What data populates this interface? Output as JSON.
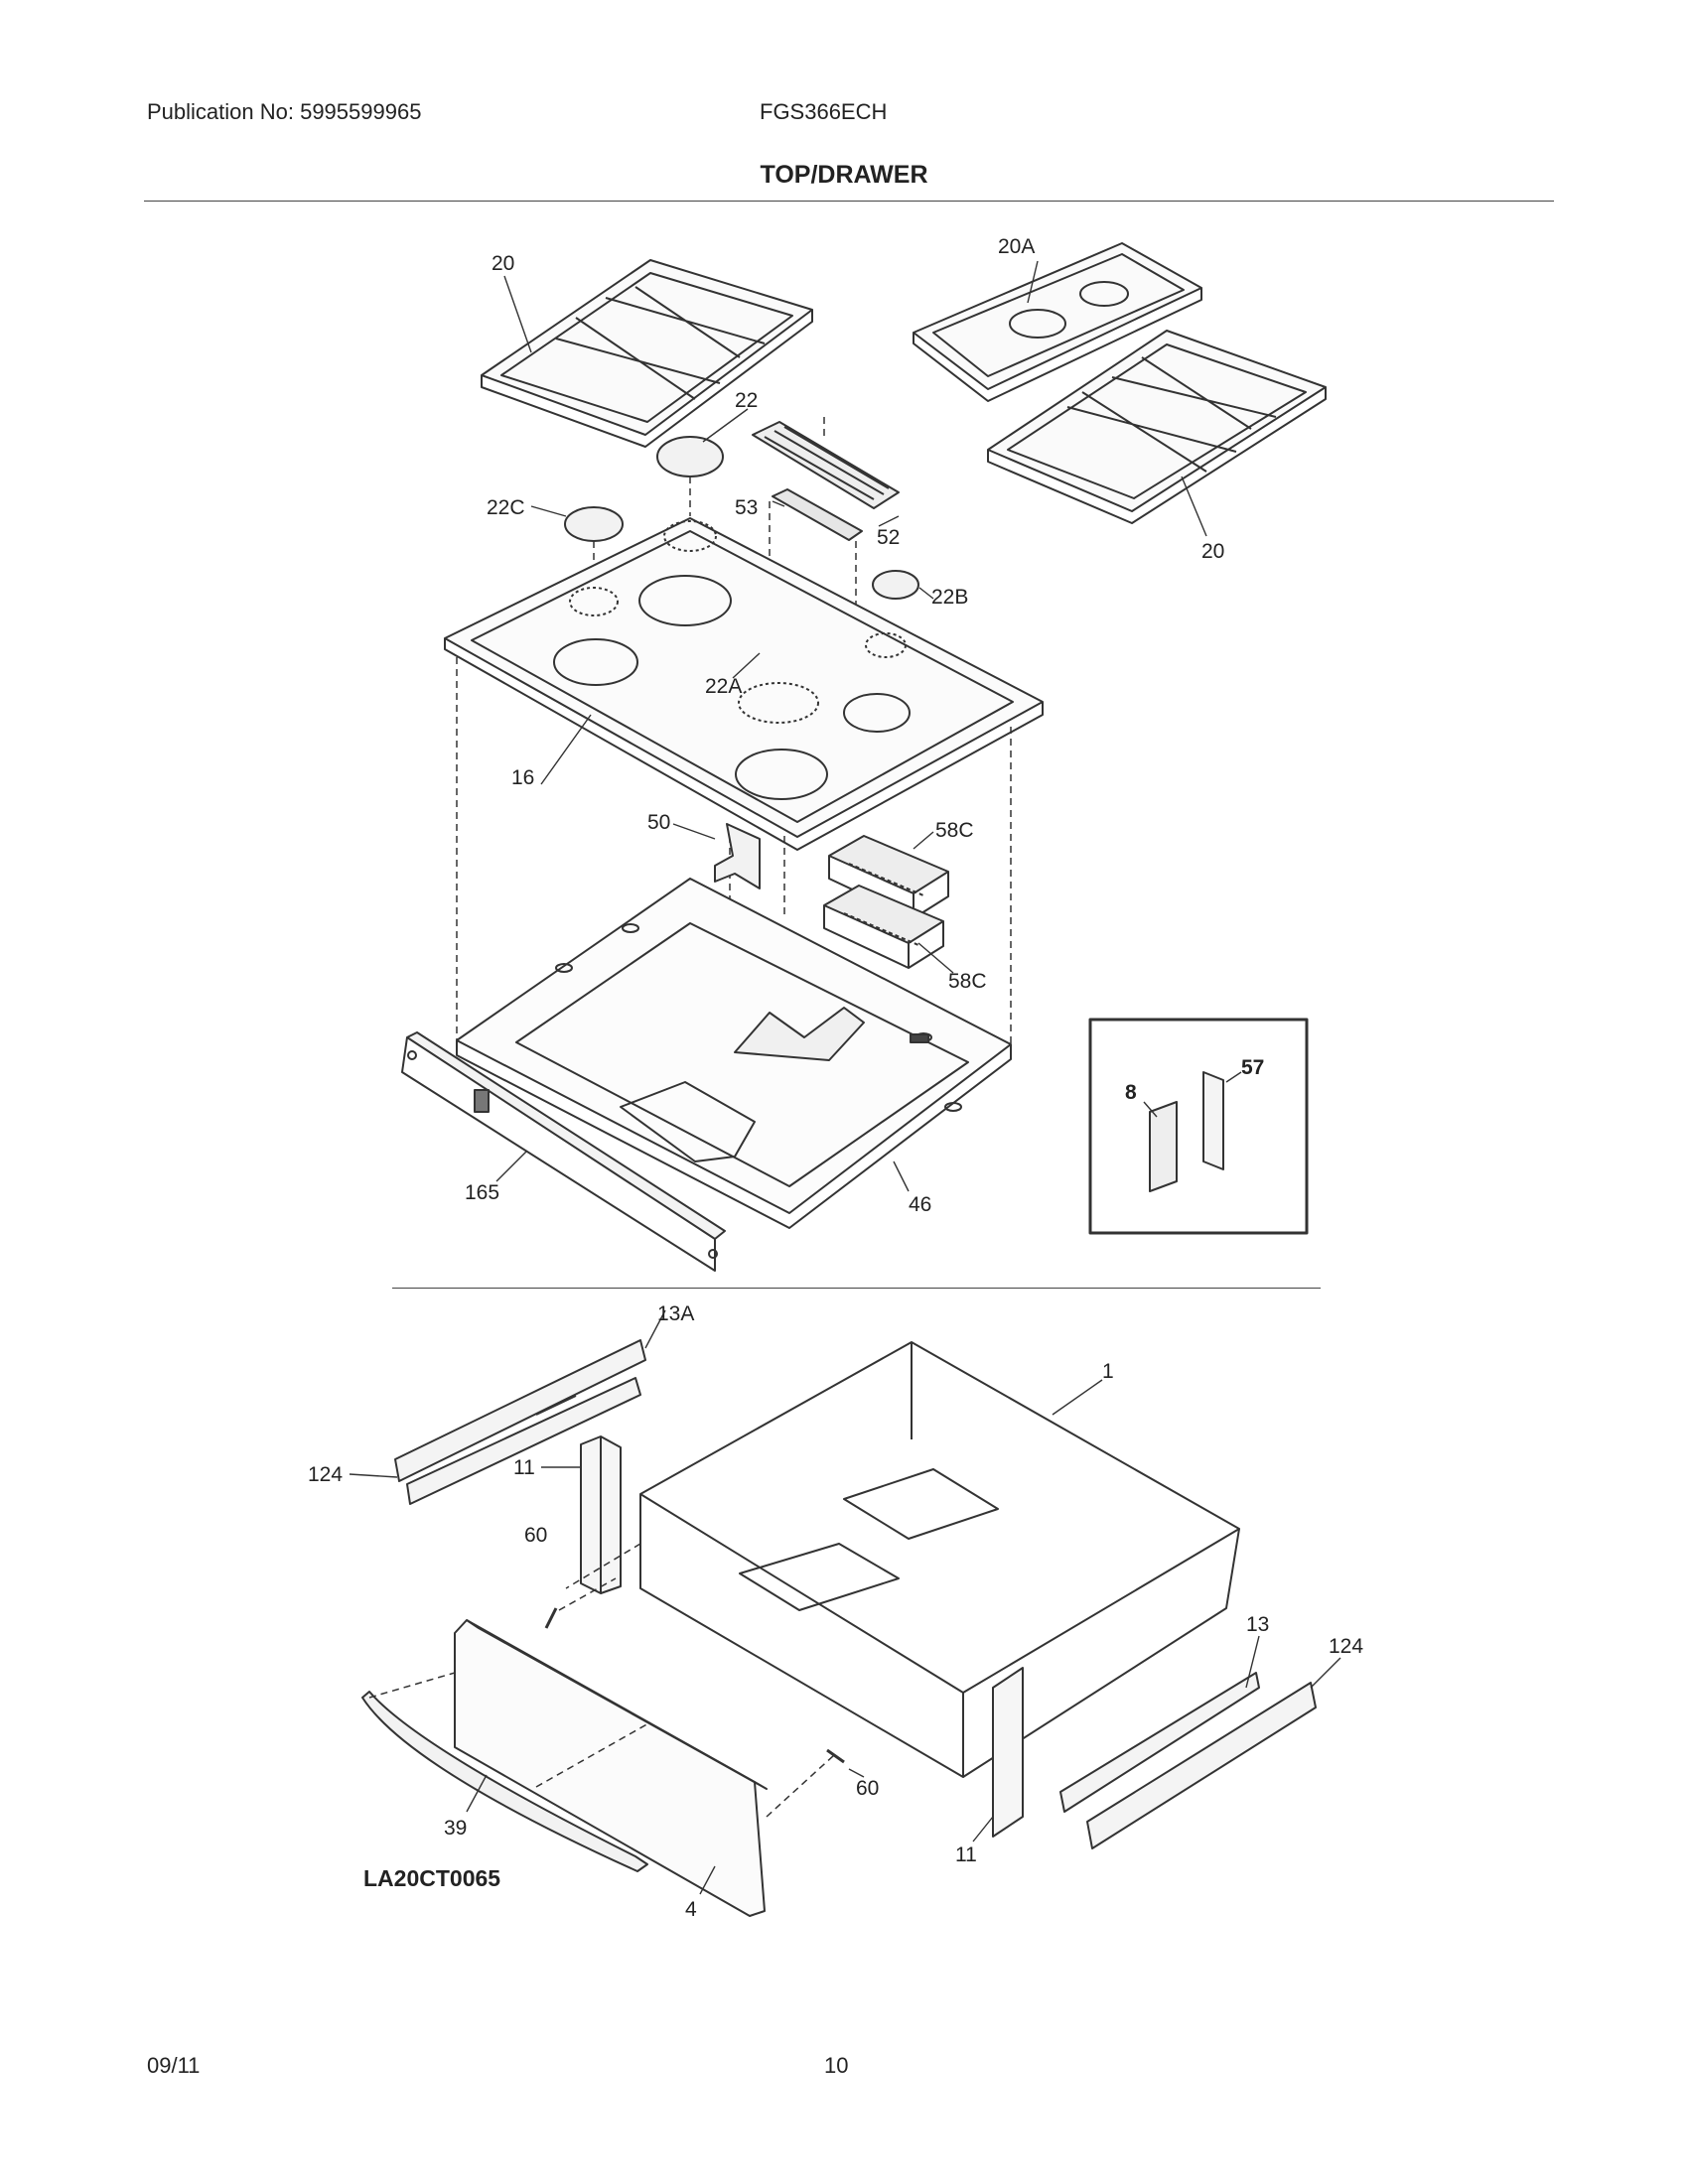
{
  "header": {
    "publication": "Publication No: 5995599965",
    "model": "FGS366ECH",
    "section_title": "TOP/DRAWER"
  },
  "footer": {
    "date": "09/11",
    "page": "10"
  },
  "diagram_code": "LA20CT0065",
  "callouts": {
    "grate_left": "20",
    "grate_center": "20A",
    "grate_right": "20",
    "cap_22": "22",
    "cap_22a": "22A",
    "cap_22b": "22B",
    "cap_22c": "22C",
    "vent_trim": "52",
    "vent_grille": "53",
    "cooktop": "16",
    "bracket_50": "50",
    "insulation_upper": "58C",
    "insulation_lower": "58C",
    "main_top": "46",
    "front_rail": "165",
    "inset_8": "8",
    "inset_57": "57",
    "slide_13a": "13A",
    "slide_124_left": "124",
    "bracket_11_left": "11",
    "screw_60_left": "60",
    "drawer_1": "1",
    "slide_13": "13",
    "slide_124_right": "124",
    "screw_60_right": "60",
    "bracket_11_right": "11",
    "handle_39": "39",
    "panel_4": "4"
  }
}
